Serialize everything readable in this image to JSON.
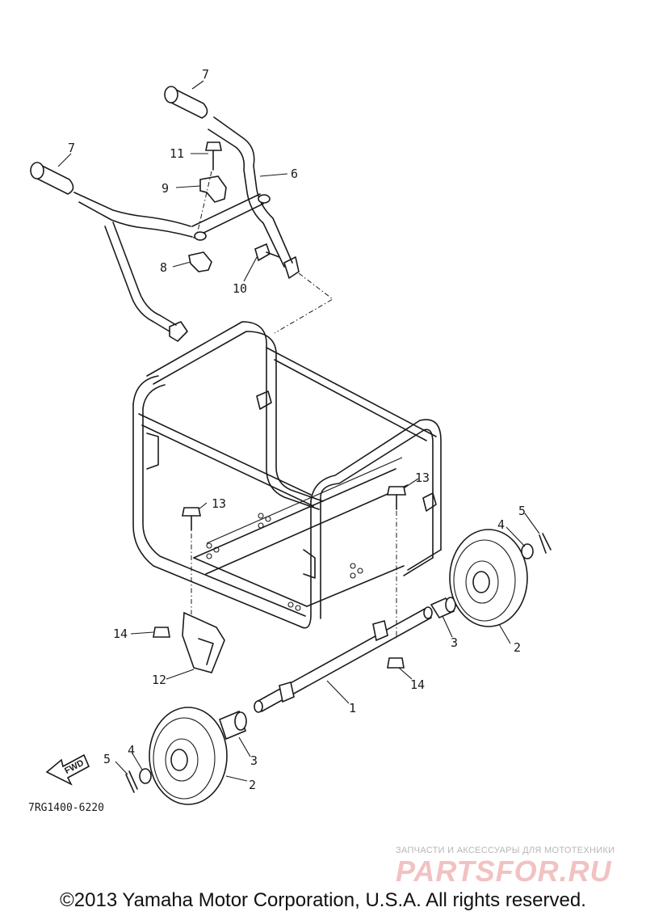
{
  "callouts": {
    "c7a": "7",
    "c7b": "7",
    "c11": "11",
    "c6": "6",
    "c9": "9",
    "c8": "8",
    "c10": "10",
    "c13a": "13",
    "c13b": "13",
    "c5a": "5",
    "c4a": "4",
    "c14a": "14",
    "c3a": "3",
    "c2a": "2",
    "c14b": "14",
    "c12": "12",
    "c1": "1",
    "c5b": "5",
    "c4b": "4",
    "c3b": "3",
    "c2b": "2"
  },
  "fwd_label": "FWD",
  "diagram_code": "7RG1400-6220",
  "watermark": {
    "tagline": "ЗАПЧАСТИ И АКСЕССУАРЫ ДЛЯ МОТОТЕХНИКИ",
    "logo": "PARTSFOR.RU"
  },
  "copyright": "©2013 Yamaha Motor Corporation, U.S.A. All rights reserved."
}
